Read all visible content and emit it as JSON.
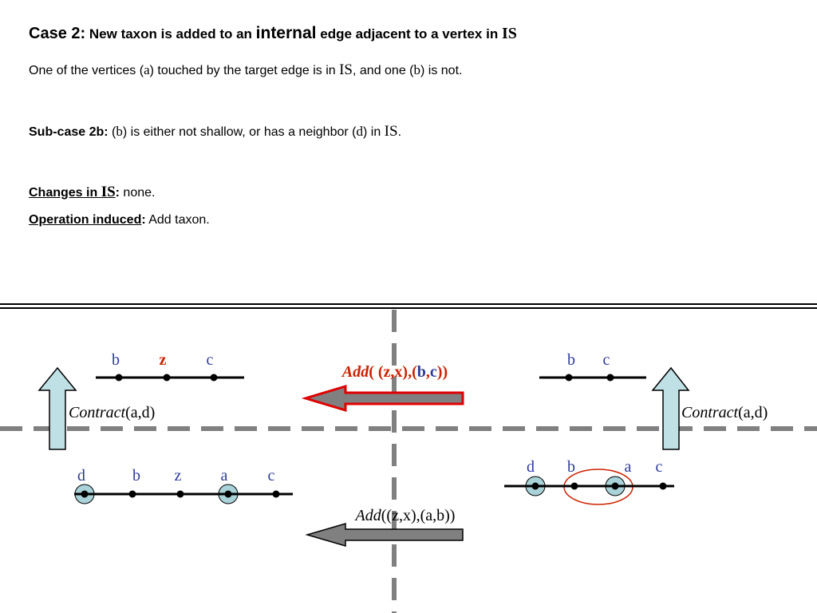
{
  "title": {
    "case": "Case 2:",
    "part1": "New taxon is added to an ",
    "internal": "internal",
    "part2": " edge adjacent to a vertex in ",
    "is": "IS"
  },
  "sentence": {
    "p1": "One of the vertices (",
    "a": "a",
    "p2": ") touched by the target edge is in ",
    "is": "IS",
    "p3": ", and one (",
    "b": "b",
    "p4": ") is not."
  },
  "subcase": {
    "label": "Sub-case 2b:",
    "p1": " (",
    "b": "b",
    "p2": ") is either not shallow, or has a neighbor (",
    "d": "d",
    "p3": ") in ",
    "is": "IS",
    "p4": "."
  },
  "changes": {
    "label": "Changes in ",
    "is": "IS",
    "colon": ":",
    "value": " none."
  },
  "operation": {
    "label": "Operation induced",
    "colon": ":",
    "value": " Add taxon."
  },
  "diagram": {
    "top_left_labels": [
      "b",
      "z",
      "c"
    ],
    "top_right_labels": [
      "b",
      "c"
    ],
    "bottom_left_labels": [
      "d",
      "b",
      "z",
      "a",
      "c"
    ],
    "bottom_right_labels": [
      "d",
      "b",
      "a",
      "c"
    ],
    "add_top": {
      "fn": "Add",
      "open": "( (z,x),(",
      "b": "b",
      "comma": ",",
      "c": "c",
      "close": "))"
    },
    "add_bottom": {
      "fn": "Add",
      "args": "((z,x),(a,b))"
    },
    "contract_left": {
      "fn": "Contract",
      "args": "(a,d)"
    },
    "contract_right": {
      "fn": "Contract",
      "args": "(a,d)"
    },
    "colors": {
      "label_blue": "#2e3a9a",
      "highlight_red": "#cc2200",
      "arrow_fill": "#808080",
      "circle_fill": "#a9d3d8",
      "up_arrow_fill": "#bfe0e4",
      "axis_gray": "#808080"
    }
  }
}
